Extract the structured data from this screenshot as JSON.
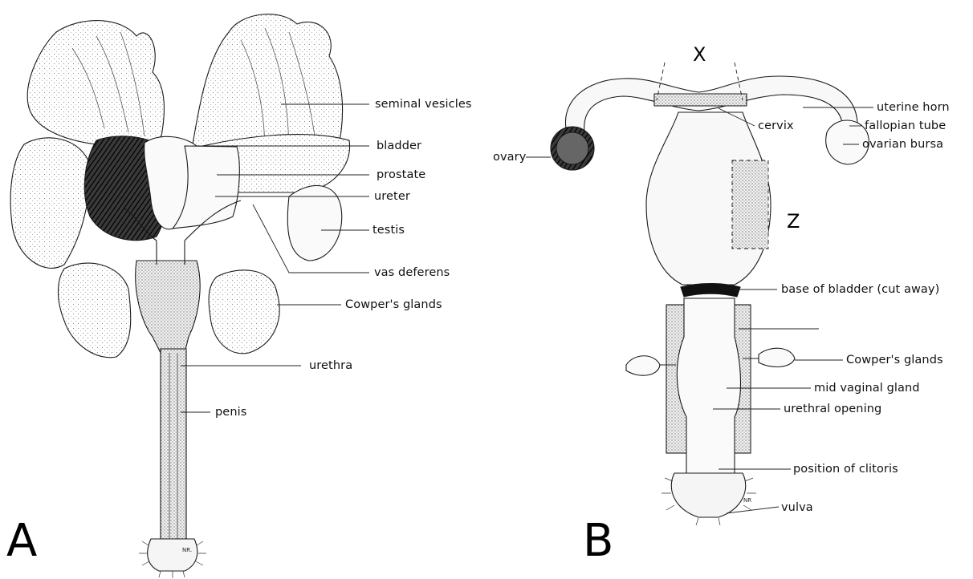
{
  "panel_a": {
    "letter": "A",
    "labels": {
      "seminal_vesicles": "seminal vesicles",
      "bladder": "bladder",
      "prostate": "prostate",
      "ureter": "ureter",
      "testis": "testis",
      "vas_deferens": "vas deferens",
      "cowpers_glands": "Cowper's glands",
      "urethra": "urethra",
      "penis": "penis"
    },
    "signature": "NR."
  },
  "panel_b": {
    "letter": "B",
    "region_x": "X",
    "region_z": "Z",
    "labels": {
      "uterine_horn": "uterine horn",
      "cervix": "cervix",
      "fallopian_tube": "fallopian tube",
      "ovarian_bursa": "ovarian bursa",
      "ovary": "ovary",
      "base_of_bladder": "base of bladder (cut away)",
      "cowpers_glands": "Cowper's glands",
      "mid_vaginal_gland": "mid vaginal gland",
      "urethral_opening": "urethral opening",
      "position_of_clitoris": "position of clitoris",
      "vulva": "vulva"
    },
    "signature": "NR"
  },
  "colors": {
    "ink": "#1a1a1a",
    "stipple": "#8a8a8a",
    "paper": "#ffffff",
    "fill": "#f4f4f4"
  }
}
